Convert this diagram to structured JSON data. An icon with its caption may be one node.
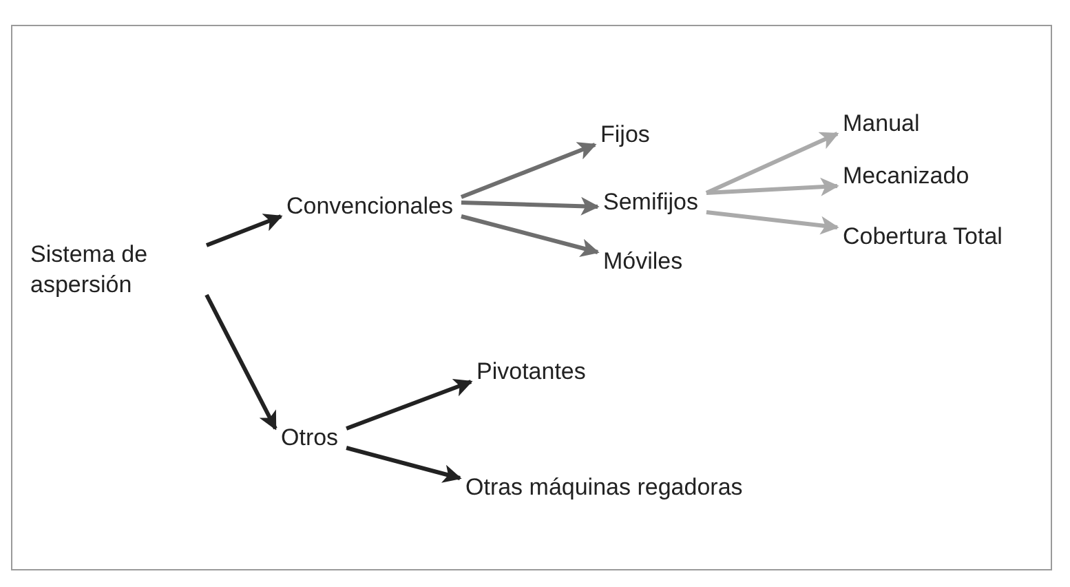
{
  "diagram": {
    "nodes": [
      {
        "text": [
          "Sistema de aspersión"
        ]
      },
      {
        "text": [
          "Convencionales"
        ]
      },
      {
        "text": [
          "Fijos"
        ]
      },
      {
        "text": [
          "Semifijos"
        ]
      },
      {
        "text": [
          "Móviles"
        ]
      },
      {
        "text": [
          "Manual"
        ]
      },
      {
        "text": [
          "Mecanizado"
        ]
      },
      {
        "text": [
          "Cobertura Total"
        ]
      },
      {
        "text": [
          "Otros"
        ]
      },
      {
        "text": [
          "Pivotantes"
        ]
      },
      {
        "text": [
          "Otras máquinas regadoras"
        ]
      }
    ],
    "edges": [
      {
        "from": 0,
        "to": 1,
        "arrow": "to"
      },
      {
        "from": 0,
        "to": 8,
        "arrow": "to"
      },
      {
        "from": 1,
        "to": 2,
        "arrow": "to",
        "color": "#6e6e6e"
      },
      {
        "from": 1,
        "to": 3,
        "arrow": "to",
        "color": "#6e6e6e"
      },
      {
        "from": 1,
        "to": 4,
        "arrow": "to",
        "color": "#6e6e6e"
      },
      {
        "from": 3,
        "to": 5,
        "arrow": "to",
        "color": "#aaaaaa"
      },
      {
        "from": 3,
        "to": 6,
        "arrow": "to",
        "color": "#aaaaaa"
      },
      {
        "from": 3,
        "to": 7,
        "arrow": "to",
        "color": "#aaaaaa"
      },
      {
        "from": 8,
        "to": 9,
        "arrow": "to"
      },
      {
        "from": 8,
        "to": 10,
        "arrow": "to"
      }
    ]
  }
}
